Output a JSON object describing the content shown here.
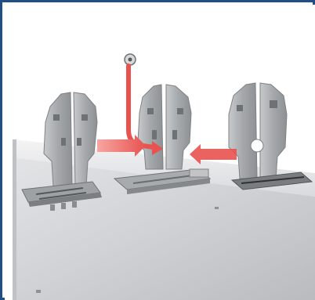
{
  "illustration": {
    "frame_color": "#1f4f86",
    "arrow_color": "#e8524f",
    "metal_color": "#a8abae",
    "components": [
      {
        "icon": "bracket-left"
      },
      {
        "icon": "bracket-center"
      },
      {
        "icon": "bracket-right"
      },
      {
        "icon": "screw"
      }
    ]
  }
}
